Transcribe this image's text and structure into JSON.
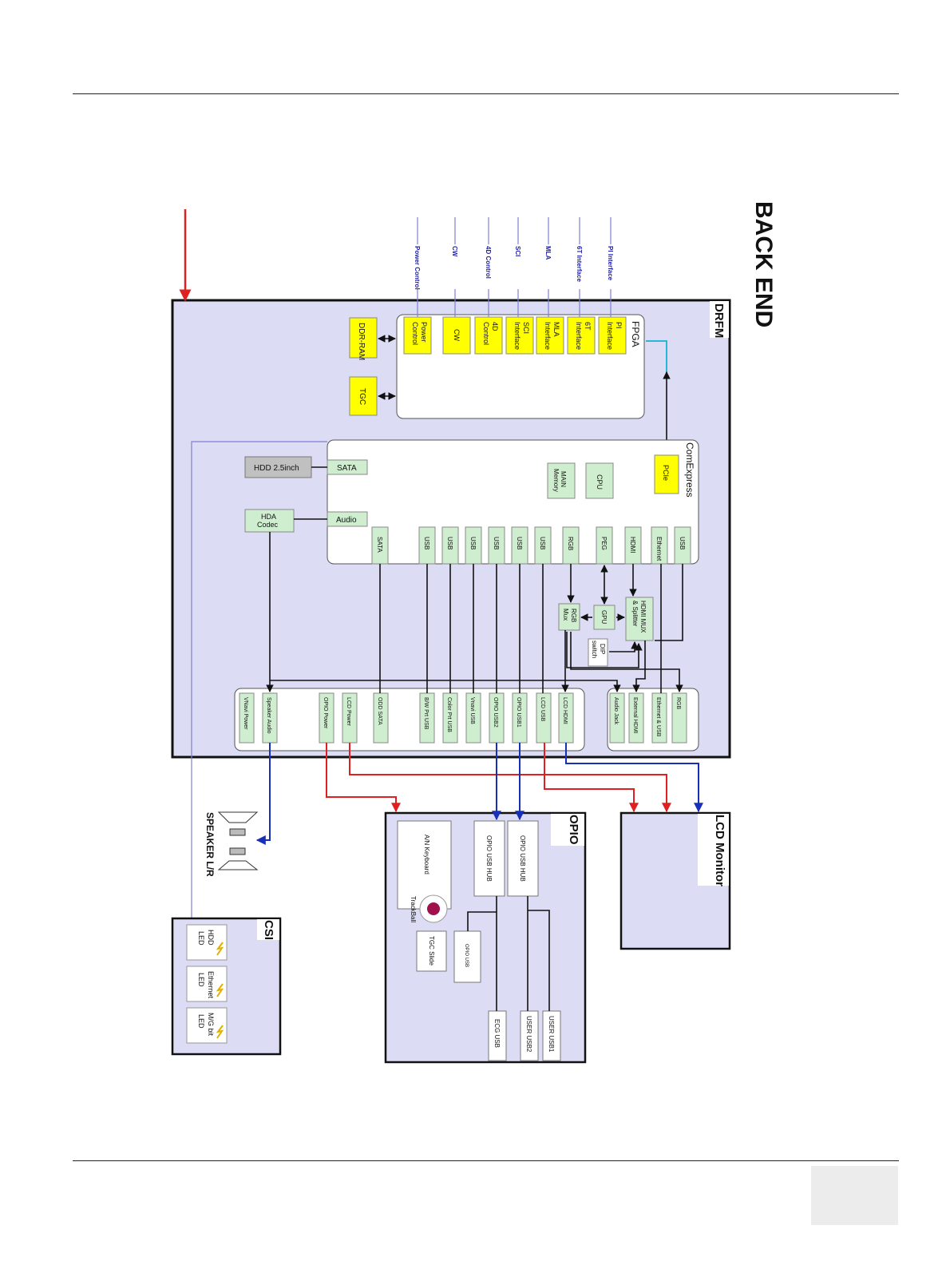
{
  "diagram": {
    "title": "BACK END",
    "drfm": {
      "label": "DRFM"
    },
    "fpga": {
      "label": "FPGA",
      "blocks": [
        [
          "PI",
          "Interface"
        ],
        [
          "6T",
          "Interface"
        ],
        [
          "MLA",
          "Interface"
        ],
        [
          "SCI",
          "Interface"
        ],
        [
          "4D",
          "Control"
        ],
        [
          "CW"
        ],
        [
          "Power",
          "Control"
        ]
      ],
      "external_signals": [
        "PI Interface",
        "6T Interface",
        "MLA",
        "SCI",
        "4D Control",
        "CW",
        "Power Control"
      ]
    },
    "ddr_ram": "DDR-RAM",
    "tgc": "TGC",
    "comexpress": {
      "label": "ComExpress",
      "pcie": "PCIe",
      "cpu": "CPU",
      "main_memory": [
        "MAIN",
        "Memory"
      ],
      "sata_top": "SATA",
      "audio": "Audio",
      "ports": [
        "USB",
        "Ethernet",
        "HDMI",
        "PEG",
        "RGB",
        "USB",
        "USB",
        "USB",
        "USB",
        "USB",
        "USB",
        "SATA"
      ]
    },
    "hdd": "HDD 2.5inch",
    "hda_codec": [
      "HDA",
      "Codec"
    ],
    "hdmi_mux": [
      "HDMI MUX",
      "& Splitter"
    ],
    "gpu": "GPU",
    "rgb_mux": [
      "RGB",
      "Mux"
    ],
    "dip_switch": [
      "DIP",
      "switch"
    ],
    "connectors_right": [
      "RGB",
      "Ethernet & USB",
      "External HDMI",
      "Audio Jack"
    ],
    "connectors_left": [
      "LCD HDMI",
      "LCD USB",
      "OPIO USB1",
      "OPIO USB2",
      "Vnavi USB",
      "Color Prt USB",
      "B/W Prt USB",
      "ODD SATA",
      "LCD Power",
      "OPIO Power",
      "Speaker Audio",
      "VNavi Power"
    ],
    "lcd_monitor": "LCD Monitor",
    "opio": {
      "label": "OPIO",
      "hub1": "OPIO USB HUB",
      "hub2": "OPIO USB HUB",
      "keyboard": "A/N Keyboard",
      "trackball": "TrackBall",
      "tgc_slide": "TGC Slide",
      "opio_usb": "OPIO USB",
      "user_usb1": "USER USB1",
      "user_usb2": "USER USB2",
      "ecg_usb": "ECG USB"
    },
    "speaker": "SPEAKER L/R",
    "csi": {
      "label": "CSI",
      "leds": [
        [
          "HDD",
          "LED"
        ],
        [
          "Ethernet",
          "LED"
        ],
        [
          "M/G bit",
          "LED"
        ]
      ]
    }
  },
  "colors": {
    "drfm_fill": "#dcdcf5",
    "port_fill": "#cfeecf",
    "yellow": "#ffff00",
    "red": "#e02020",
    "blue": "#1830b8",
    "cyan": "#29b6d8",
    "lavender": "#7f7fd0"
  }
}
